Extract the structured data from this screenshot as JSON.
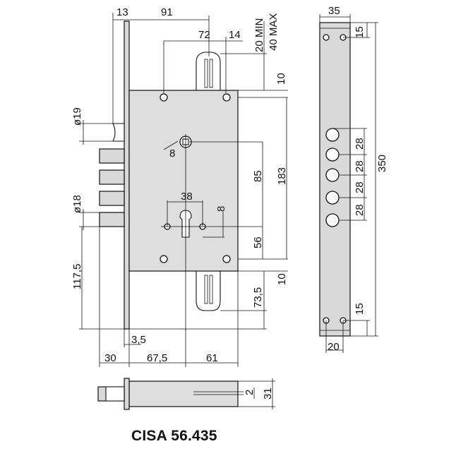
{
  "title": "CISA 56.435",
  "dims": {
    "d13": "13",
    "d91": "91",
    "d72": "72",
    "d14": "14",
    "d20min": "20 MIN",
    "d40max": "40 MAX",
    "d10top": "10",
    "d19": "ø19",
    "d8a": "8",
    "d85": "85",
    "d183": "183",
    "d38": "38",
    "d8b": "8",
    "d18": "ø18",
    "d56": "56",
    "d117": "117,5",
    "d10bot": "10",
    "d73": "73,5",
    "d35": "3,5",
    "d30": "30",
    "d67": "67,5",
    "d61": "61",
    "s35": "35",
    "s15top": "15",
    "s28a": "28",
    "s28b": "28",
    "s28c": "28",
    "s28d": "28",
    "s350": "350",
    "s15bot": "15",
    "s20": "20",
    "b2": "2",
    "b31": "31"
  }
}
